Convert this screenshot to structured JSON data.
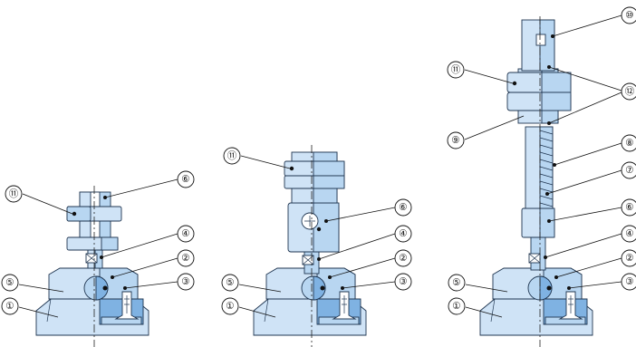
{
  "diagrams": [
    {
      "id": "short",
      "callouts": [
        {
          "label": "⑪"
        },
        {
          "label": "⑥"
        },
        {
          "label": "④"
        },
        {
          "label": "②"
        },
        {
          "label": "③"
        },
        {
          "label": "⑤"
        },
        {
          "label": "①"
        }
      ]
    },
    {
      "id": "swivel",
      "callouts": [
        {
          "label": "⑪"
        },
        {
          "label": "⑥"
        },
        {
          "label": "④"
        },
        {
          "label": "②"
        },
        {
          "label": "③"
        },
        {
          "label": "⑤"
        },
        {
          "label": "①"
        }
      ]
    },
    {
      "id": "spring",
      "callouts": [
        {
          "label": "⑩"
        },
        {
          "label": "⑪"
        },
        {
          "label": "⑫"
        },
        {
          "label": "⑨"
        },
        {
          "label": "⑧"
        },
        {
          "label": "⑦"
        },
        {
          "label": "⑥"
        },
        {
          "label": "④"
        },
        {
          "label": "②"
        },
        {
          "label": "⑤"
        },
        {
          "label": "③"
        },
        {
          "label": "①"
        }
      ]
    }
  ]
}
